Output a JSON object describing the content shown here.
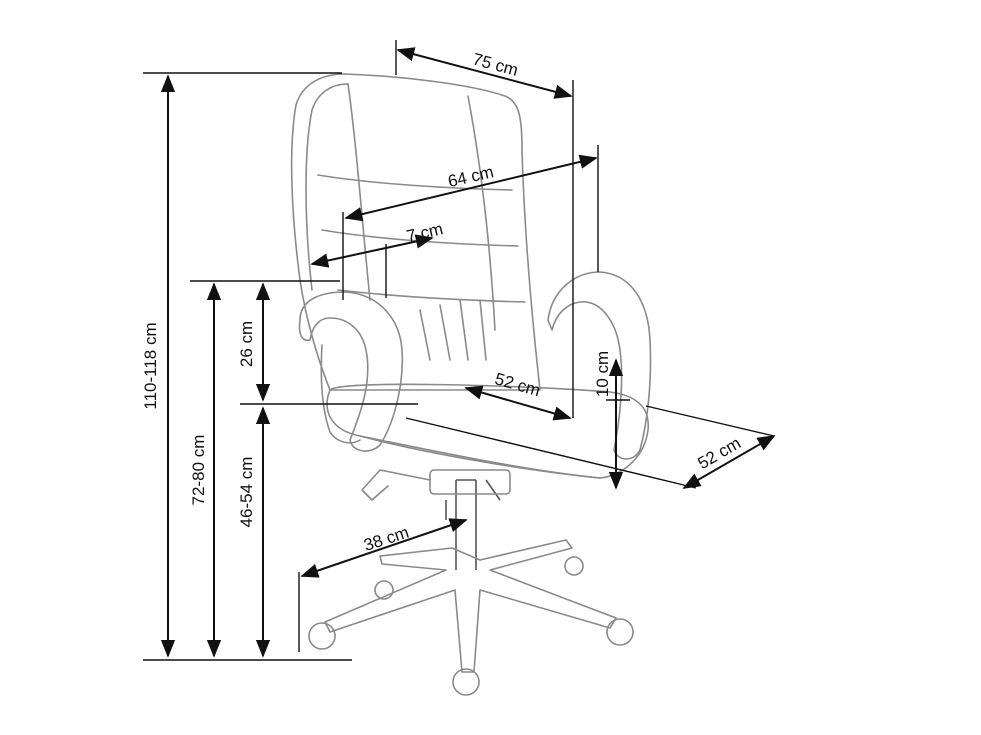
{
  "dimensions": {
    "total_height": "110-118 cm",
    "armrest_height": "72-80 cm",
    "seat_height": "46-54 cm",
    "armrest_above_seat": "26 cm",
    "backrest_depth": "75 cm",
    "backrest_width": "64 cm",
    "side_gap": "7 cm",
    "seat_depth": "52 cm",
    "seat_width": "52 cm",
    "seat_cushion": "10 cm",
    "base_radius": "38 cm"
  },
  "colors": {
    "outline": "#8a8a8a",
    "dimension_lines": "#111111"
  }
}
